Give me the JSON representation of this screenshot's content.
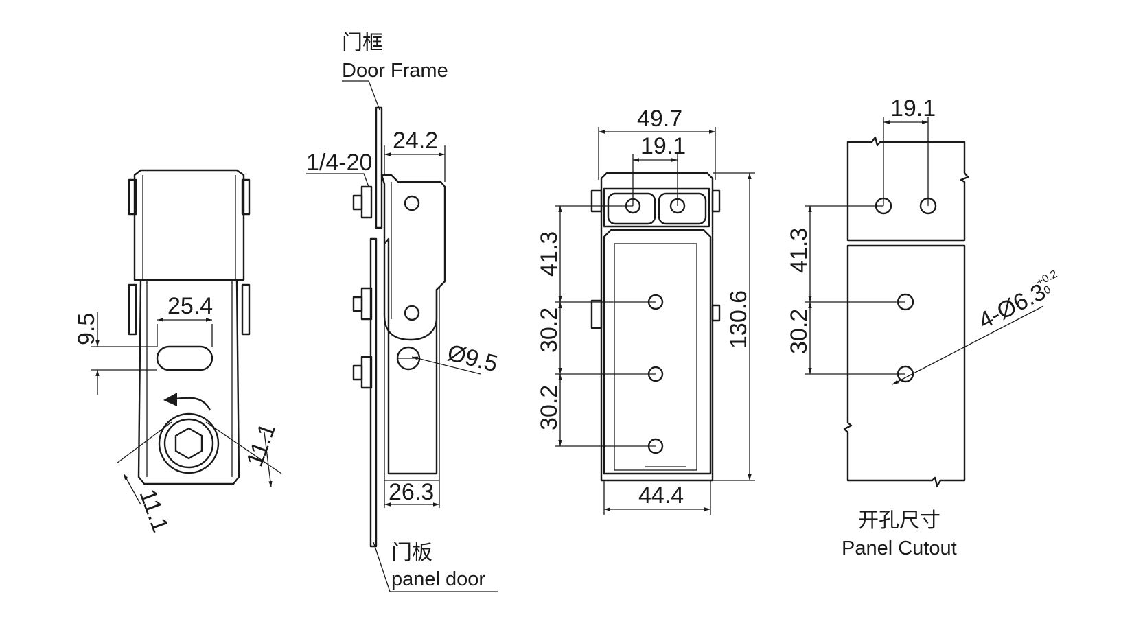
{
  "labels": {
    "door_frame_cn": "门框",
    "door_frame_en": "Door Frame",
    "panel_door_cn": "门板",
    "panel_door_en": "panel door",
    "panel_cutout_cn": "开孔尺寸",
    "panel_cutout_en": "Panel Cutout"
  },
  "front_view": {
    "slot_width": "25.4",
    "slot_height": "9.5",
    "hex_a": "11.1",
    "hex_b": "11.1"
  },
  "side_view": {
    "thread": "1/4-20",
    "top_depth": "24.2",
    "bottom_depth": "26.3",
    "hole_dia": "Ø9.5"
  },
  "back_view": {
    "overall_width": "49.7",
    "hole_spacing": "19.1",
    "first_offset": "41.3",
    "pitch_1": "30.2",
    "pitch_2": "30.2",
    "overall_height": "130.6",
    "base_width": "44.4"
  },
  "cutout_view": {
    "hole_spacing": "19.1",
    "first_offset": "41.3",
    "pitch": "30.2",
    "hole_spec": "4-Ø6.3",
    "tol_upper": "+0.2",
    "tol_lower": "0"
  }
}
